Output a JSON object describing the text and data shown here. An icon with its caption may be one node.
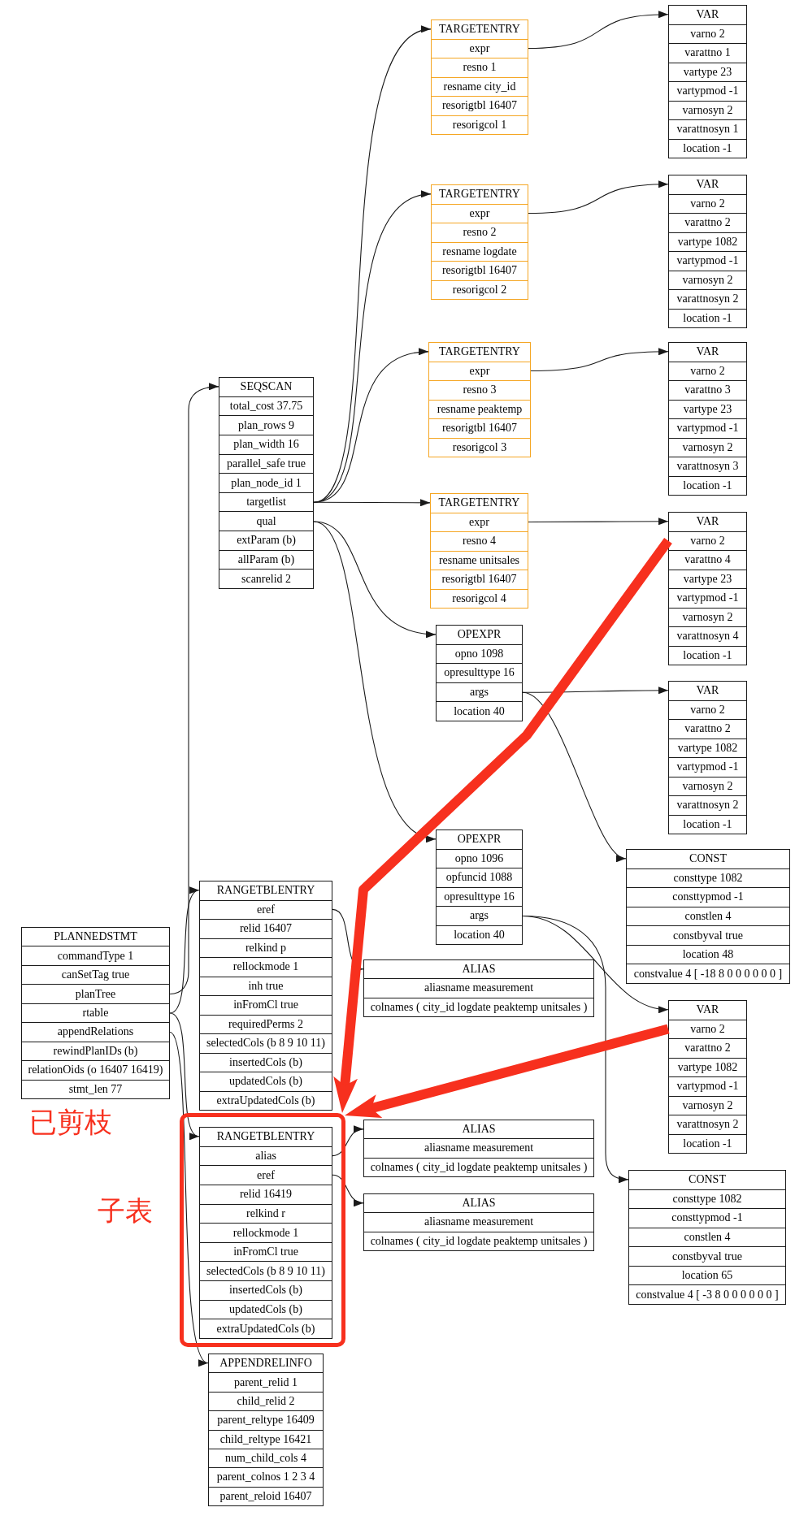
{
  "diagram": {
    "nodes": [
      {
        "text": [
          "TARGETENTRY",
          "expr",
          "resno 1",
          "resname city_id",
          "resorigtbl 16407",
          "resorigcol 1"
        ]
      },
      {
        "text": [
          "VAR",
          "varno 2",
          "varattno 1",
          "vartype 23",
          "vartypmod -1",
          "varnosyn 2",
          "varattnosyn 1",
          "location -1"
        ]
      },
      {
        "text": [
          "TARGETENTRY",
          "expr",
          "resno 2",
          "resname logdate",
          "resorigtbl 16407",
          "resorigcol 2"
        ]
      },
      {
        "text": [
          "VAR",
          "varno 2",
          "varattno 2",
          "vartype 1082",
          "vartypmod -1",
          "varnosyn 2",
          "varattnosyn 2",
          "location -1"
        ]
      },
      {
        "text": [
          "SEQSCAN",
          "total_cost 37.75",
          "plan_rows 9",
          "plan_width 16",
          "parallel_safe true",
          "plan_node_id 1",
          "targetlist",
          "qual",
          "extParam (b)",
          "allParam (b)",
          "scanrelid 2"
        ]
      },
      {
        "text": [
          "TARGETENTRY",
          "expr",
          "resno 3",
          "resname peaktemp",
          "resorigtbl 16407",
          "resorigcol 3"
        ]
      },
      {
        "text": [
          "VAR",
          "varno 2",
          "varattno 3",
          "vartype 23",
          "vartypmod -1",
          "varnosyn 2",
          "varattnosyn 3",
          "location -1"
        ]
      },
      {
        "text": [
          "TARGETENTRY",
          "expr",
          "resno 4",
          "resname unitsales",
          "resorigtbl 16407",
          "resorigcol 4"
        ]
      },
      {
        "text": [
          "VAR",
          "varno 2",
          "varattno 4",
          "vartype 23",
          "vartypmod -1",
          "varnosyn 2",
          "varattnosyn 4",
          "location -1"
        ]
      },
      {
        "text": [
          "OPEXPR",
          "opno 1098",
          "opresulttype 16",
          "args",
          "location 40"
        ]
      },
      {
        "text": [
          "VAR",
          "varno 2",
          "varattno 2",
          "vartype 1082",
          "vartypmod -1",
          "varnosyn 2",
          "varattnosyn 2",
          "location -1"
        ]
      },
      {
        "text": [
          "OPEXPR",
          "opno 1096",
          "opfuncid 1088",
          "opresulttype 16",
          "args",
          "location 40"
        ]
      },
      {
        "text": [
          "CONST",
          "consttype 1082",
          "consttypmod -1",
          "constlen 4",
          "constbyval true",
          "location 48",
          "constvalue 4 [ -18 8 0 0 0 0 0 0 ]"
        ]
      },
      {
        "text": [
          "RANGETBLENTRY",
          "eref",
          "relid 16407",
          "relkind p",
          "rellockmode 1",
          "inh true",
          "inFromCl true",
          "requiredPerms 2",
          "selectedCols (b 8 9 10 11)",
          "insertedCols (b)",
          "updatedCols (b)",
          "extraUpdatedCols (b)"
        ]
      },
      {
        "text": [
          "PLANNEDSTMT",
          "commandType 1",
          "canSetTag true",
          "planTree",
          "rtable",
          "appendRelations",
          "rewindPlanIDs (b)",
          "relationOids (o 16407 16419)",
          "stmt_len 77"
        ]
      },
      {
        "text": [
          "ALIAS",
          "aliasname measurement",
          "colnames ( city_id logdate peaktemp unitsales )"
        ]
      },
      {
        "text": [
          "VAR",
          "varno 2",
          "varattno 2",
          "vartype 1082",
          "vartypmod -1",
          "varnosyn 2",
          "varattnosyn 2",
          "location -1"
        ]
      },
      {
        "text": [],
        "shape": "box",
        "beside": [
          "子表"
        ]
      },
      {
        "text": [
          "RANGETBLENTRY",
          "alias",
          "eref",
          "relid 16419",
          "relkind r",
          "rellockmode 1",
          "inFromCl true",
          "selectedCols (b 8 9 10 11)",
          "insertedCols (b)",
          "updatedCols (b)",
          "extraUpdatedCols (b)"
        ],
        "in": 17
      },
      {
        "text": [
          "ALIAS",
          "aliasname measurement",
          "colnames ( city_id logdate peaktemp unitsales )"
        ]
      },
      {
        "text": [
          "ALIAS",
          "aliasname measurement",
          "colnames ( city_id logdate peaktemp unitsales )"
        ]
      },
      {
        "text": [
          "CONST",
          "consttype 1082",
          "consttypmod -1",
          "constlen 4",
          "constbyval true",
          "location 65",
          "constvalue 4 [ -3 8 0 0 0 0 0 0 ]"
        ]
      },
      {
        "text": [
          "APPENDRELINFO",
          "parent_relid 1",
          "child_relid 2",
          "parent_reltype 16409",
          "child_reltype 16421",
          "num_child_cols 4",
          "parent_colnos 1 2 3 4",
          "parent_reloid 16407"
        ]
      }
    ],
    "edges": [
      {
        "from": 4,
        "to": 0,
        "arrow": "to"
      },
      {
        "from": 4,
        "to": 2,
        "arrow": "to"
      },
      {
        "from": 4,
        "to": 5,
        "arrow": "to"
      },
      {
        "from": 4,
        "to": 7,
        "arrow": "to"
      },
      {
        "from": 0,
        "to": 1,
        "arrow": "to"
      },
      {
        "from": 2,
        "to": 3,
        "arrow": "to"
      },
      {
        "from": 5,
        "to": 6,
        "arrow": "to"
      },
      {
        "from": 7,
        "to": 8,
        "arrow": "to"
      },
      {
        "from": 4,
        "to": 9,
        "arrow": "to"
      },
      {
        "from": 4,
        "to": 11,
        "arrow": "to"
      },
      {
        "from": 9,
        "to": 10,
        "arrow": "to"
      },
      {
        "from": 9,
        "to": 12,
        "arrow": "to"
      },
      {
        "from": 11,
        "to": 16,
        "arrow": "to"
      },
      {
        "from": 11,
        "to": 21,
        "arrow": "to"
      },
      {
        "from": 14,
        "to": 4,
        "arrow": "to"
      },
      {
        "from": 14,
        "to": 13,
        "arrow": "to"
      },
      {
        "from": 14,
        "to": 18,
        "arrow": "to"
      },
      {
        "from": 14,
        "to": 22,
        "arrow": "to"
      },
      {
        "from": 13,
        "to": 15,
        "arrow": "to"
      },
      {
        "from": 18,
        "to": 19,
        "arrow": "to"
      },
      {
        "from": 18,
        "to": 20,
        "arrow": "to"
      },
      {
        "from": 8,
        "to": 17,
        "arrow": "to",
        "style": "thick",
        "color": "#f7301e"
      },
      {
        "from": 16,
        "to": 17,
        "arrow": "to",
        "style": "thick",
        "color": "#f7301e"
      }
    ],
    "labels": [
      "已剪枝"
    ]
  }
}
